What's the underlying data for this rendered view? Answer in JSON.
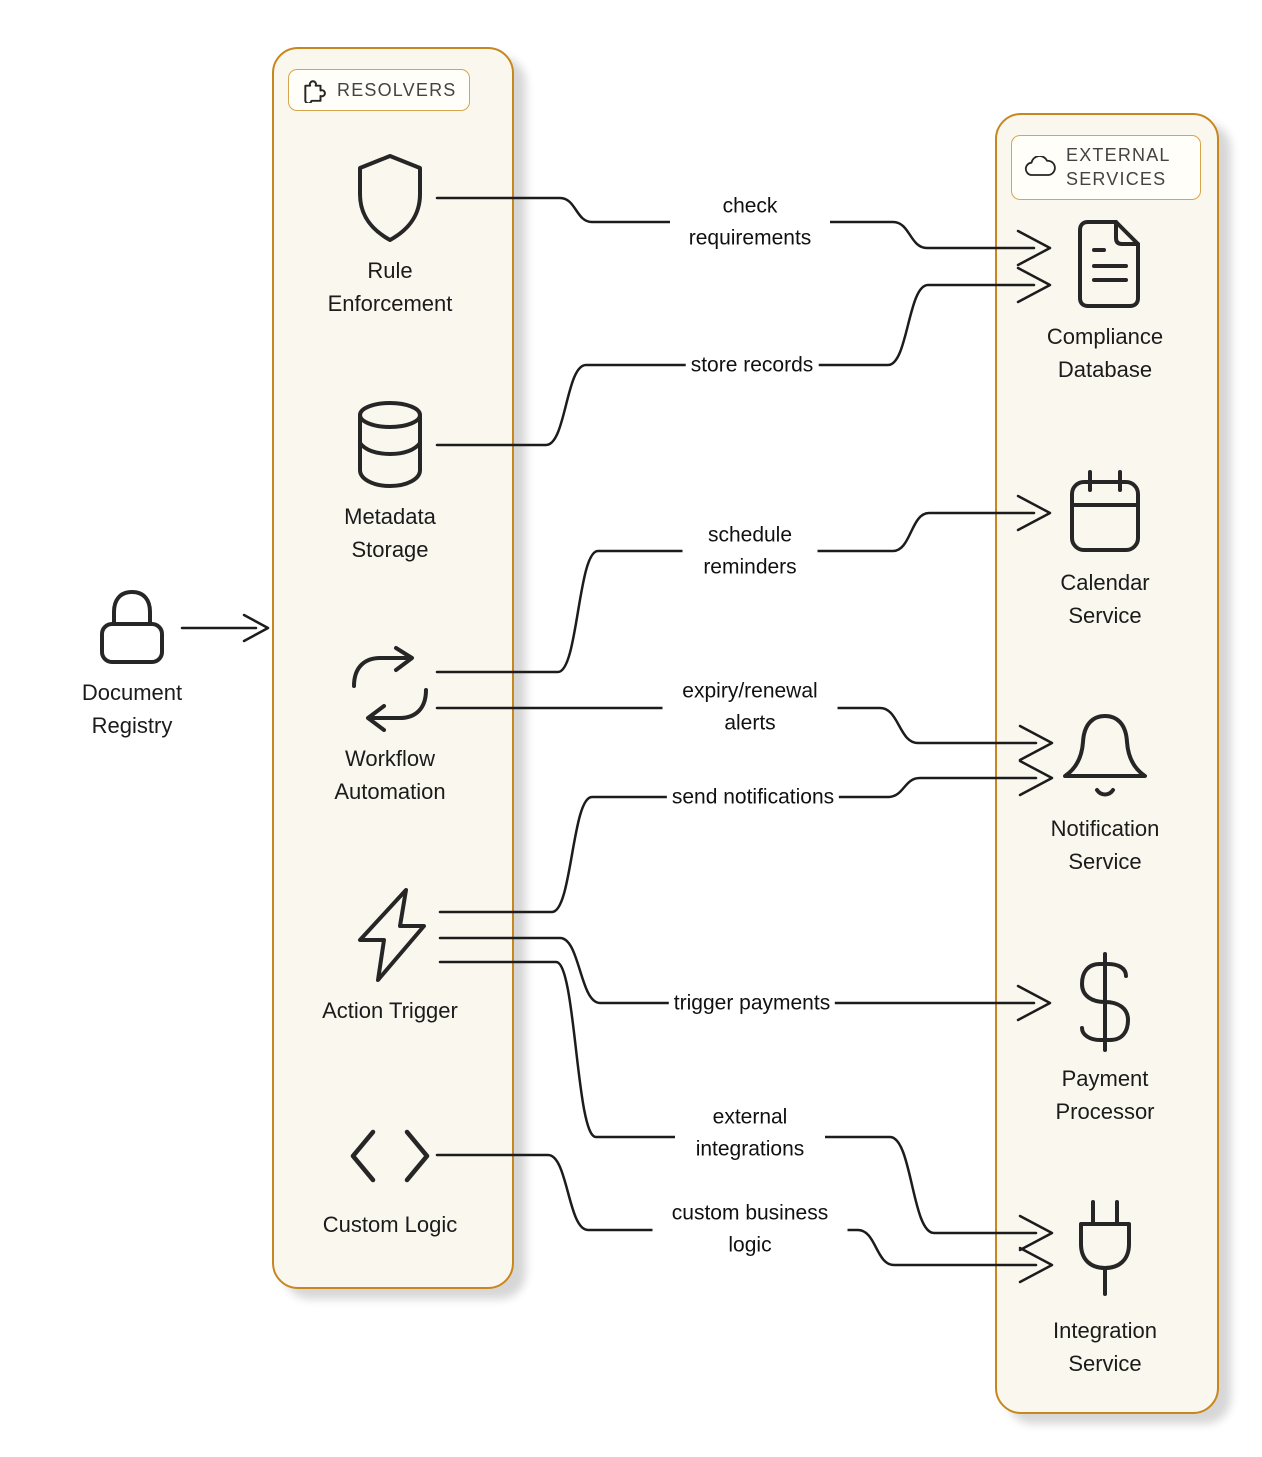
{
  "diagram": {
    "source": {
      "label": "Document Registry",
      "icon": "lock-icon"
    },
    "groups": [
      {
        "title": "RESOLVERS",
        "icon": "puzzle-icon",
        "nodes": [
          {
            "label": "Rule Enforcement",
            "icon": "shield-icon"
          },
          {
            "label": "Metadata Storage",
            "icon": "database-icon"
          },
          {
            "label": "Workflow Automation",
            "icon": "sync-arrows-icon"
          },
          {
            "label": "Action Trigger",
            "icon": "lightning-icon"
          },
          {
            "label": "Custom Logic",
            "icon": "code-brackets-icon"
          }
        ]
      },
      {
        "title": "EXTERNAL SERVICES",
        "icon": "cloud-icon",
        "nodes": [
          {
            "label": "Compliance Database",
            "icon": "document-icon"
          },
          {
            "label": "Calendar Service",
            "icon": "calendar-icon"
          },
          {
            "label": "Notification Service",
            "icon": "bell-icon"
          },
          {
            "label": "Payment Processor",
            "icon": "dollar-icon"
          },
          {
            "label": "Integration Service",
            "icon": "plug-icon"
          }
        ]
      }
    ],
    "edges": [
      {
        "from": "Rule Enforcement",
        "to": "Compliance Database",
        "label": "check requirements"
      },
      {
        "from": "Metadata Storage",
        "to": "Compliance Database",
        "label": "store records"
      },
      {
        "from": "Workflow Automation",
        "to": "Calendar Service",
        "label": "schedule reminders"
      },
      {
        "from": "Workflow Automation",
        "to": "Notification Service",
        "label": "expiry/renewal alerts"
      },
      {
        "from": "Action Trigger",
        "to": "Notification Service",
        "label": "send notifications"
      },
      {
        "from": "Action Trigger",
        "to": "Payment Processor",
        "label": "trigger payments"
      },
      {
        "from": "Action Trigger",
        "to": "Integration Service",
        "label": "external integrations"
      },
      {
        "from": "Custom Logic",
        "to": "Integration Service",
        "label": "custom business logic"
      }
    ],
    "colors": {
      "group_border": "#C8871E",
      "group_fill": "#FAF7EF",
      "badge_border": "#D6A54E",
      "badge_fill": "#FFFEF8",
      "line": "#1C1C1C",
      "text": "#1B1B1B"
    }
  }
}
